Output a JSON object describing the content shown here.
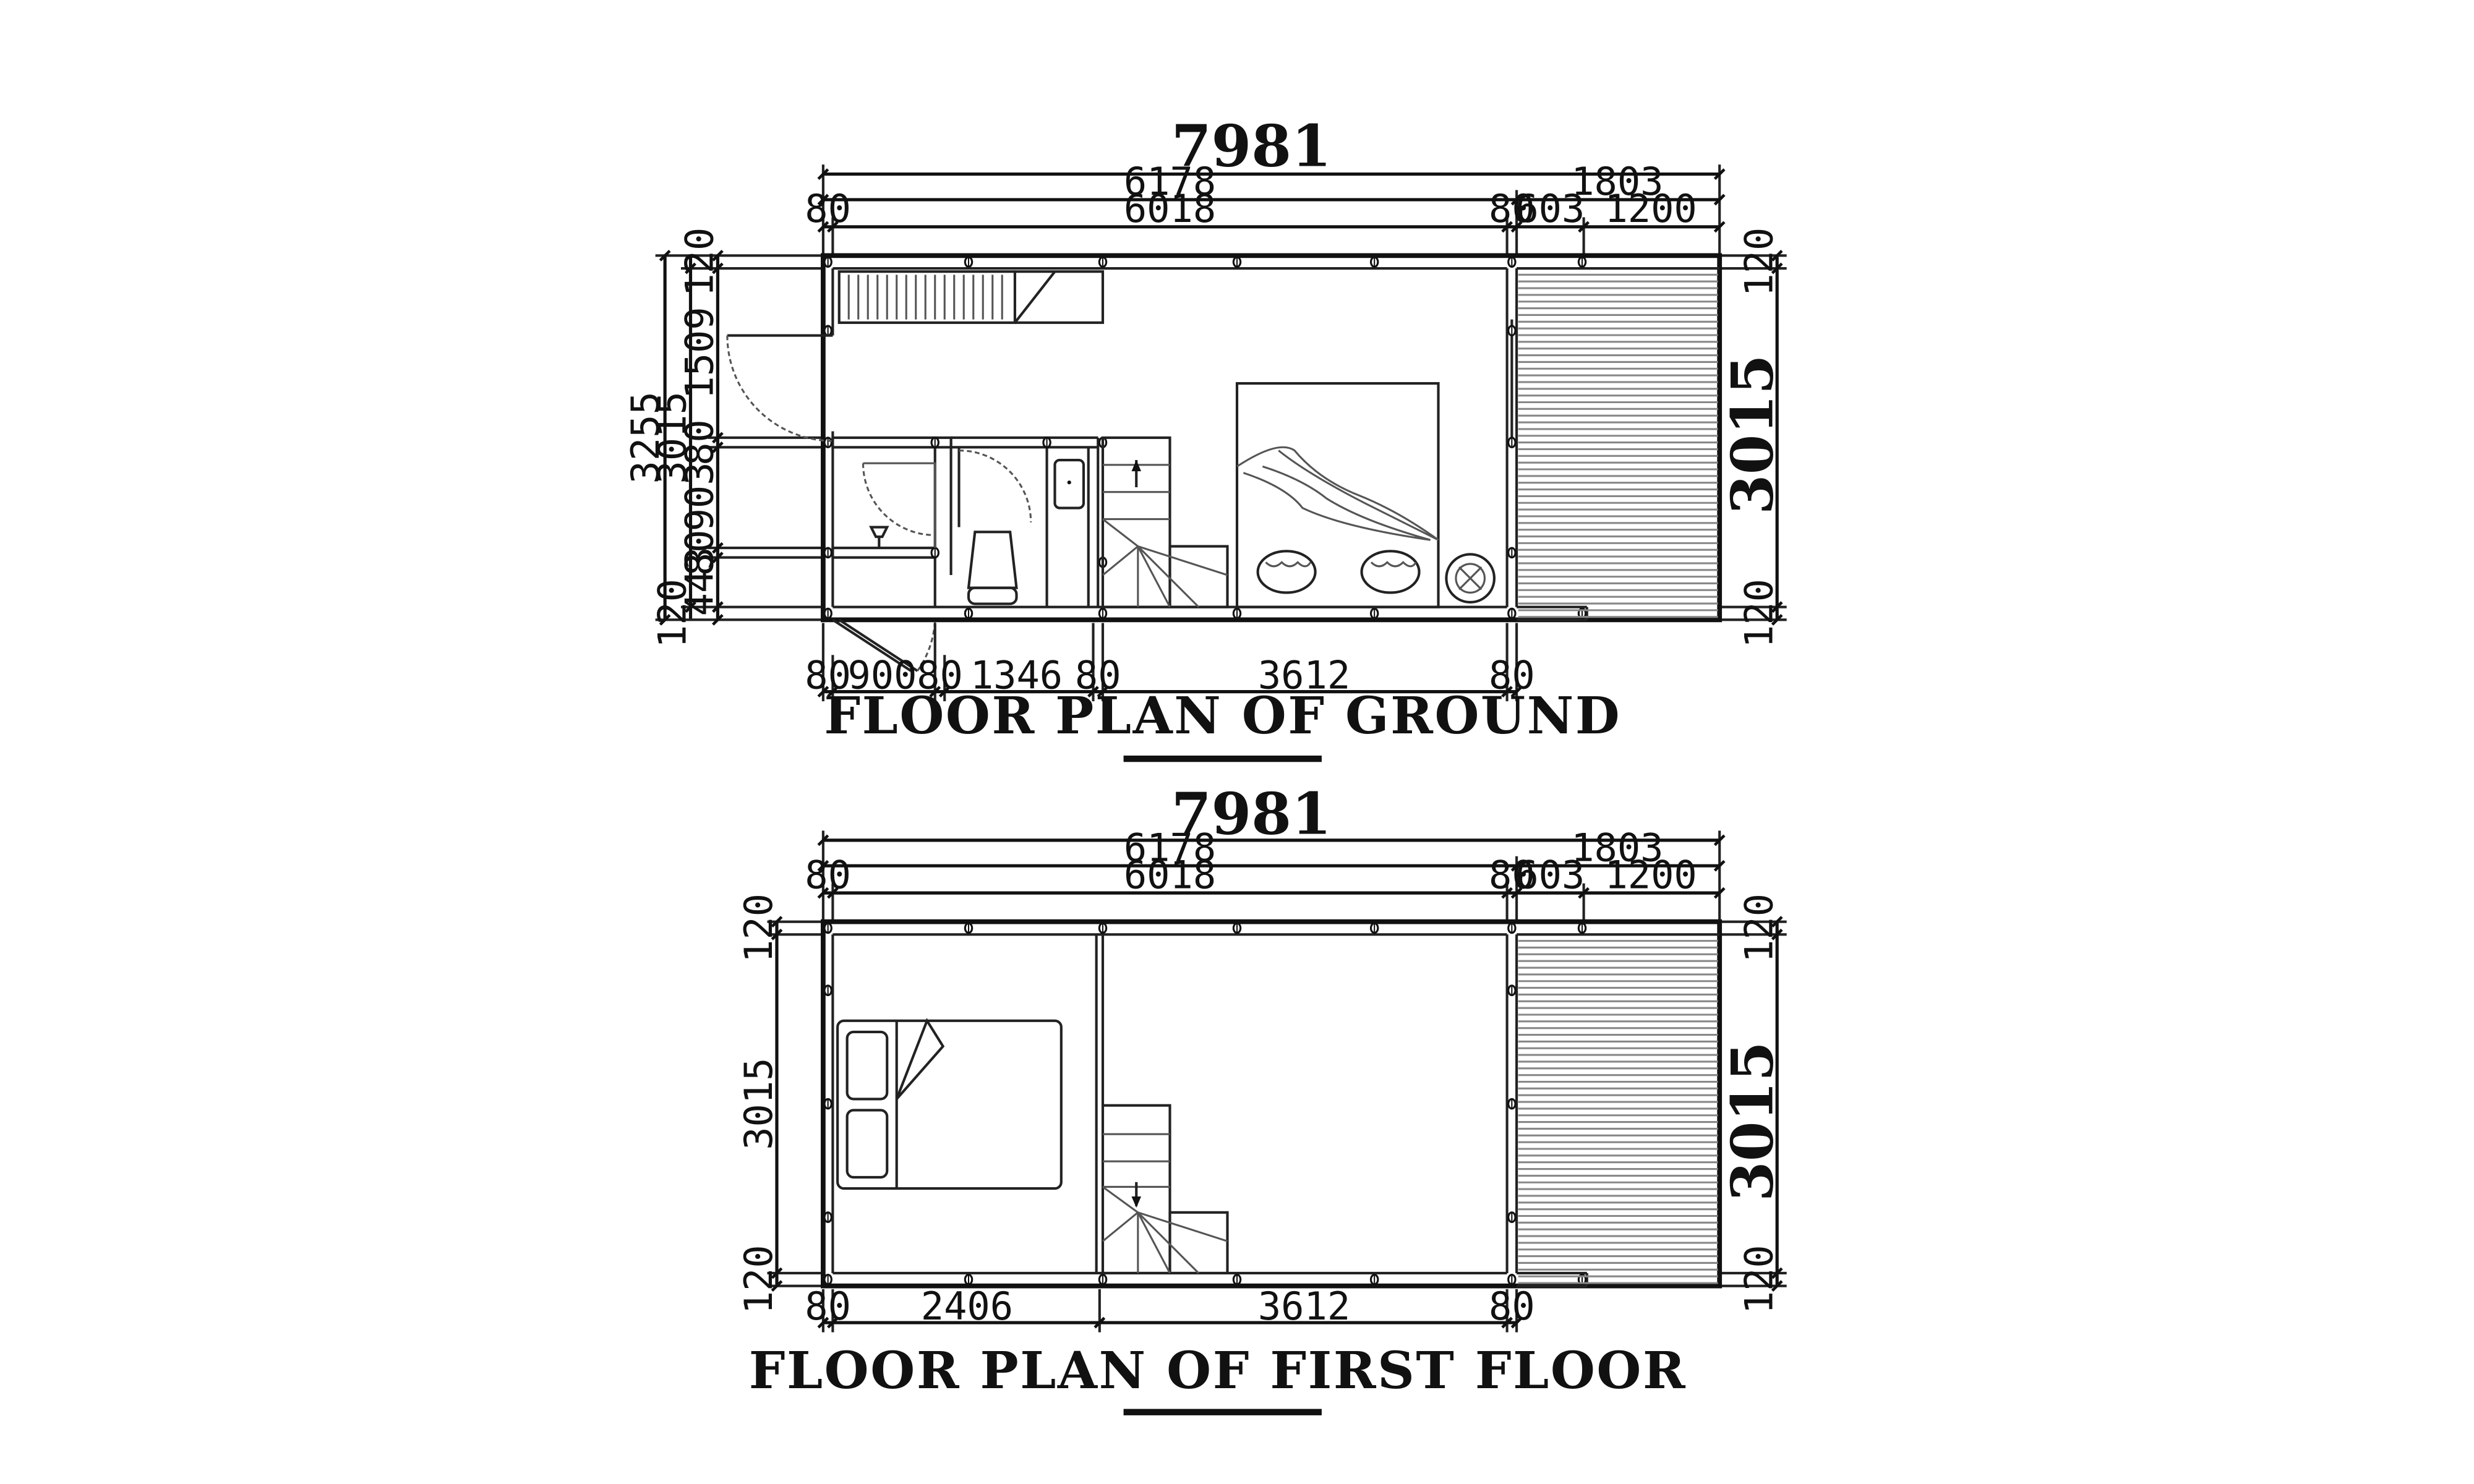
{
  "ground_floor": {
    "title": "FLOOR PLAN OF GROUND",
    "top_overall": "7981",
    "top_sub_left": "6178",
    "top_sub_right": "1803",
    "top_row_80a": "80",
    "top_row_main": "6018",
    "top_row_80b": "80",
    "top_row_603": "603",
    "top_row_1200": "1200",
    "left_overall": "3255",
    "left_inner": "3015",
    "left_120_top": "120",
    "left_1509": "1509",
    "left_80a": "80",
    "left_903": "903",
    "left_80b": "80",
    "left_443": "443",
    "left_120_bottom": "120",
    "right_main": "3015",
    "right_120_top": "120",
    "right_120_bottom": "120",
    "bottom_80a": "80",
    "bottom_900": "900",
    "bottom_80b": "80",
    "bottom_1346": "1346",
    "bottom_80c": "80",
    "bottom_3612": "3612",
    "bottom_80d": "80"
  },
  "first_floor": {
    "title": "FLOOR PLAN OF FIRST FLOOR",
    "top_overall": "7981",
    "top_sub_left": "6178",
    "top_sub_right": "1803",
    "top_row_80a": "80",
    "top_row_main": "6018",
    "top_row_80b": "80",
    "top_row_603": "603",
    "top_row_1200": "1200",
    "left_120_top": "120",
    "left_inner": "3015",
    "left_120_bottom": "120",
    "right_main": "3015",
    "right_120_top": "120",
    "right_120_bottom": "120",
    "bottom_80a": "80",
    "bottom_2406": "2406",
    "bottom_3612": "3612",
    "bottom_80b": "80"
  }
}
